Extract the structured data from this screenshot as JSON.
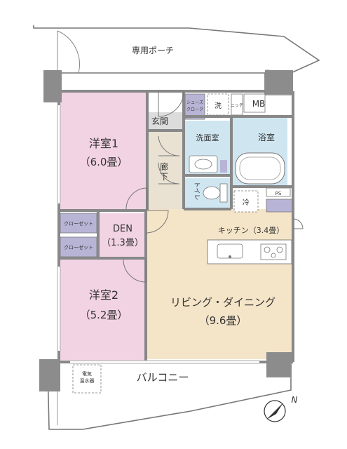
{
  "colors": {
    "bedroom": "#f2d3e3",
    "living": "#f5e5c8",
    "wet": "#cfe6f1",
    "hall": "#e9e1d2",
    "closet": "#b8b4d6",
    "entrance": "#dcdcdc",
    "wall": "#888888",
    "pillar": "#8c8c8c",
    "line": "#555555"
  },
  "labels": {
    "porch": "専用ポーチ",
    "mb": "MB",
    "niche": "ニッチ",
    "shoes_line1": "シューズ",
    "shoes_line2": "クローク",
    "wash_small": "洗",
    "genkan": "玄関",
    "senmenshitsu": "洗面室",
    "yokushitsu": "浴室",
    "rouka_line1": "廊",
    "rouka_line2": "下",
    "toilet": "トイレ",
    "ps": "PS",
    "rei": "冷",
    "kitchen": "キッチン（3.4畳）",
    "room1_name": "洋室1",
    "room1_size": "（6.0畳）",
    "closet_a": "クローゼット",
    "closet_b": "クローゼット",
    "den_name": "DEN",
    "den_size": "（1.3畳）",
    "room2_name": "洋室2",
    "room2_size": "（5.2畳）",
    "ld_name": "リビング・ダイニング",
    "ld_size": "（9.6畳）",
    "balcony": "バルコニー",
    "water_heater_line1": "電気",
    "water_heater_line2": "温水器",
    "north": "N"
  }
}
